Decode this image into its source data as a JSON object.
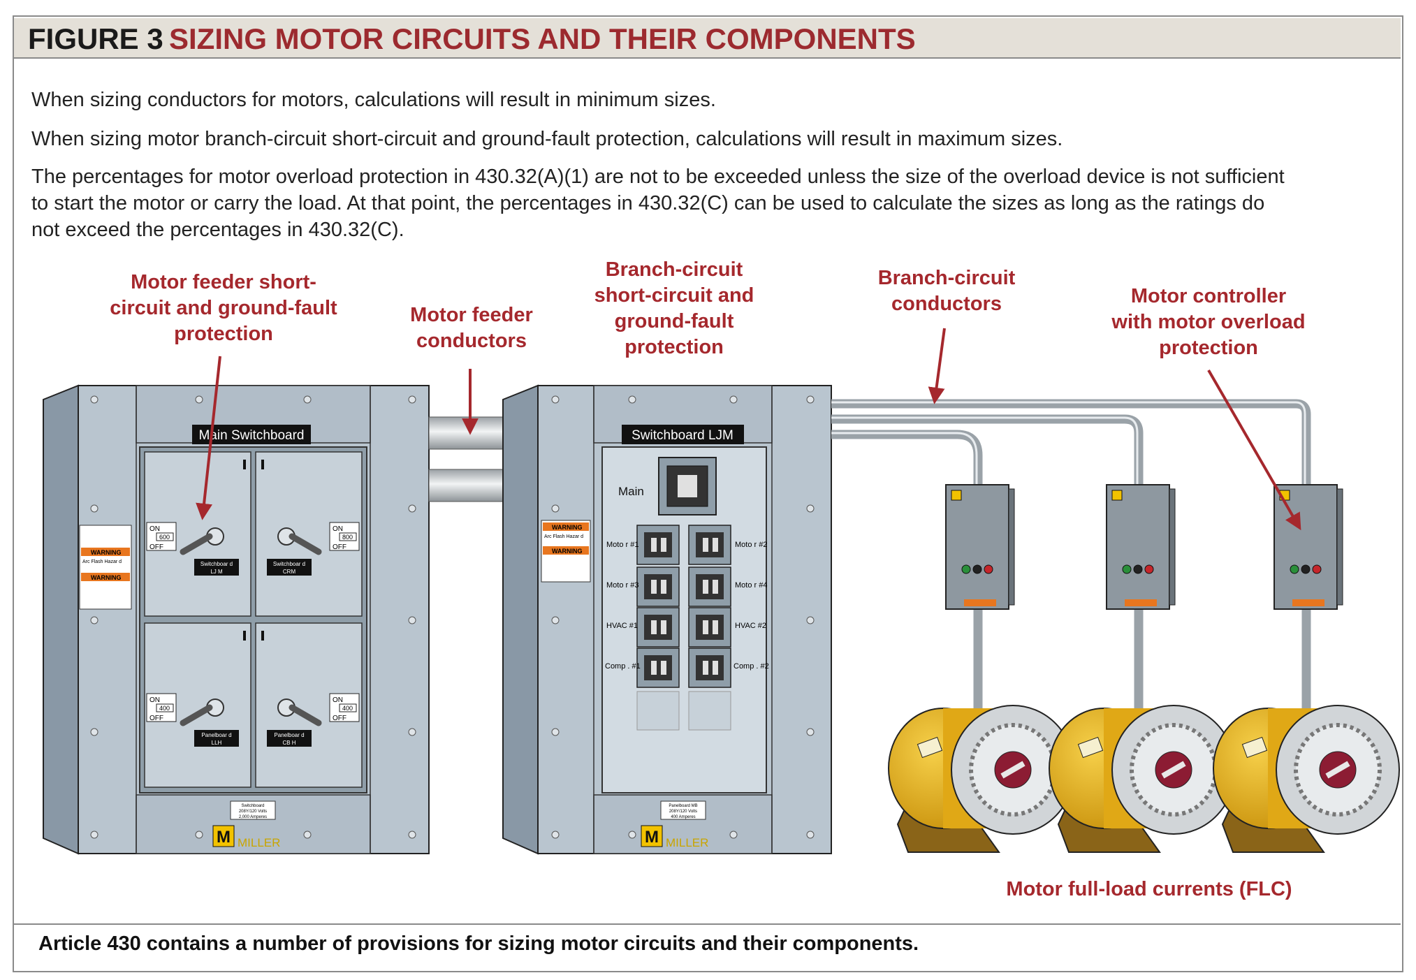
{
  "figure": {
    "number": "FIGURE 3",
    "title": "SIZING MOTOR CIRCUITS AND THEIR COMPONENTS"
  },
  "intro": {
    "p1": "When sizing conductors for motors, calculations will result in minimum sizes.",
    "p2": "When sizing motor branch-circuit short-circuit and ground-fault protection, calculations will result in maximum sizes.",
    "p3_lines": [
      "The percentages for motor overload protection in 430.32(A)(1) are not to be exceeded unless the size of the overload device is not sufficient",
      "to start the motor or carry the load. At that point, the percentages in 430.32(C) can be used to calculate the sizes as long as the ratings do",
      "not exceed the percentages in 430.32(C)."
    ]
  },
  "callouts": {
    "feeder_protection": [
      "Motor feeder short-",
      "circuit and ground-fault",
      "protection"
    ],
    "feeder_conductors": [
      "Motor feeder",
      "conductors"
    ],
    "branch_protection": [
      "Branch-circuit",
      "short-circuit and",
      "ground-fault",
      "protection"
    ],
    "branch_conductors": [
      "Branch-circuit",
      "conductors"
    ],
    "controller": [
      "Motor controller",
      "with motor overload",
      "protection"
    ],
    "flc": "Motor full-load currents (FLC)"
  },
  "main_switchboard": {
    "name": "Main Switchboard",
    "switches": [
      {
        "on": "ON",
        "off": "OFF",
        "rating": "600",
        "label": [
          "Switchboar d",
          "LJ M"
        ]
      },
      {
        "on": "ON",
        "off": "OFF",
        "rating": "800",
        "label": [
          "Switchboar d",
          "CRM"
        ]
      },
      {
        "on": "ON",
        "off": "OFF",
        "rating": "400",
        "label": [
          "Panelboar d",
          "LLH"
        ]
      },
      {
        "on": "ON",
        "off": "OFF",
        "rating": "400",
        "label": [
          "Panelboar d",
          "CB H"
        ]
      }
    ],
    "nameplate": [
      "Switchboard",
      "208Y/120 Volts",
      "2,000 Amperes"
    ],
    "warning1": "WARNING",
    "warning1_sub": "Arc Flash Hazar d",
    "warning2": "WARNING"
  },
  "switchboard_ljm": {
    "name": "Switchboard LJM",
    "main_label": "Main",
    "breakers_left": [
      "Moto r #1",
      "Moto r #3",
      "HVAC #1",
      "Comp . #1"
    ],
    "breakers_right": [
      "Moto r #2",
      "Moto r #4",
      "HVAC #2",
      "Comp . #2"
    ],
    "nameplate": [
      "Panelboard MB",
      "208Y/120 Volts",
      "400 Amperes"
    ],
    "warning1": "WARNING",
    "warning1_sub": "Arc Flash Hazar d",
    "warning2": "WARNING"
  },
  "brand": {
    "letter": "M",
    "name": "MILLER"
  },
  "caption": "Article 430 contains a number of provisions for sizing motor circuits and their components.",
  "colors": {
    "accent": "#a5282d",
    "panel": "#b9c5cf",
    "motor": "#e8b418"
  }
}
